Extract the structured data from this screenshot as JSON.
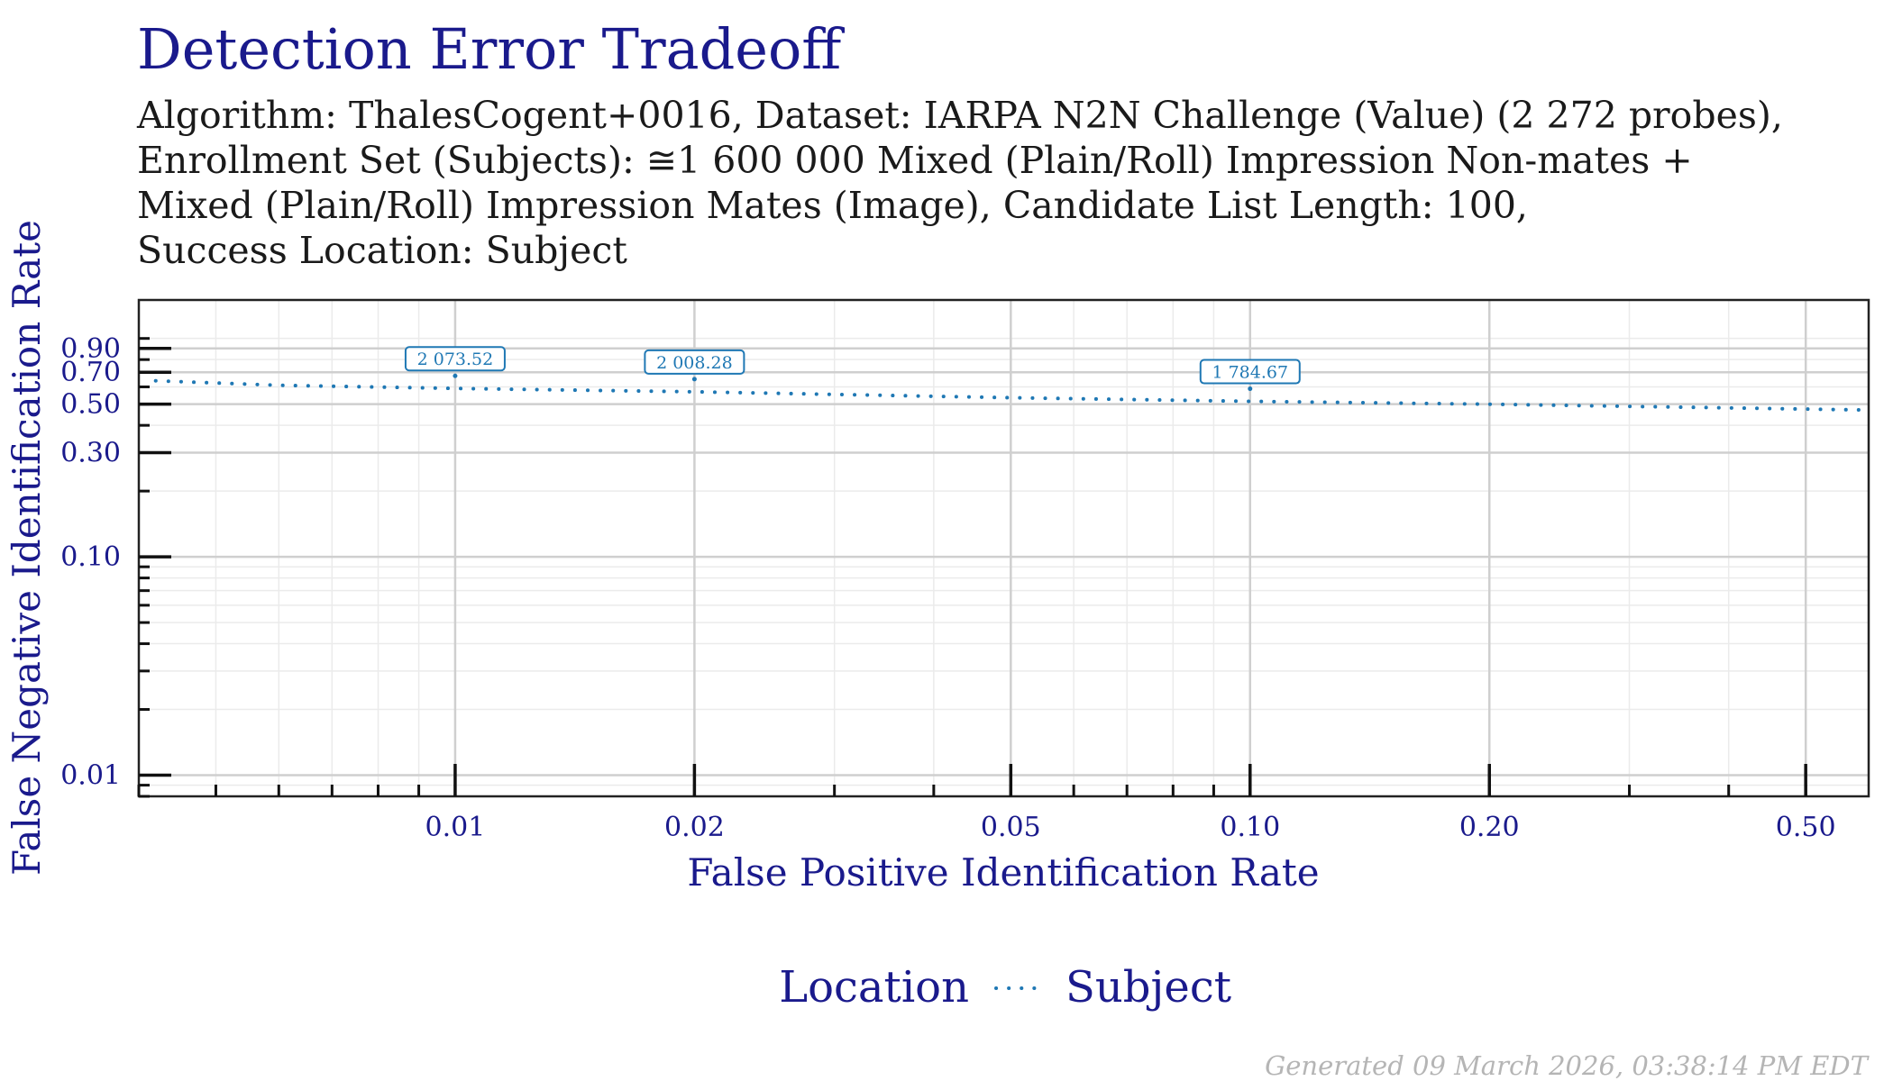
{
  "title": "Detection Error Tradeoff",
  "subtitle_lines": [
    "Algorithm: ThalesCogent+0016, Dataset: IARPA N2N Challenge (Value) (2 272 probes),",
    "Enrollment Set (Subjects): ≅1 600 000 Mixed (Plain/Roll) Impression Non-mates +",
    "Mixed (Plain/Roll) Impression Mates (Image), Candidate List Length: 100,",
    "Success Location: Subject"
  ],
  "footer": "Generated 09 March 2026, 03:38:14 PM EDT",
  "chart_data": {
    "type": "line",
    "title": "Detection Error Tradeoff",
    "xlabel": "False Positive Identification Rate",
    "ylabel": "False Negative Identification Rate",
    "x_scale": "log",
    "y_scale": "log",
    "xlim": [
      0.004,
      0.6
    ],
    "ylim": [
      0.008,
      1.5
    ],
    "x_ticks": [
      0.01,
      0.02,
      0.05,
      0.1,
      0.2,
      0.5
    ],
    "x_tick_labels": [
      "0.01",
      "0.02",
      "0.05",
      "0.10",
      "0.20",
      "0.50"
    ],
    "y_ticks": [
      0.01,
      0.1,
      0.3,
      0.5,
      0.7,
      0.9
    ],
    "y_tick_labels": [
      "0.01",
      "0.10",
      "0.30",
      "0.50",
      "0.70",
      "0.90"
    ],
    "grid": true,
    "legend": {
      "title": "Location",
      "position": "bottom",
      "entries": [
        "Subject"
      ]
    },
    "series": [
      {
        "name": "Subject",
        "color": "#1f78b4",
        "line_style": "dotted",
        "points": [
          {
            "x": 0.0042,
            "y": 0.64
          },
          {
            "x": 0.006,
            "y": 0.61
          },
          {
            "x": 0.01,
            "y": 0.59
          },
          {
            "x": 0.02,
            "y": 0.57
          },
          {
            "x": 0.05,
            "y": 0.535
          },
          {
            "x": 0.1,
            "y": 0.515
          },
          {
            "x": 0.2,
            "y": 0.5
          },
          {
            "x": 0.5,
            "y": 0.475
          },
          {
            "x": 0.6,
            "y": 0.47
          }
        ]
      }
    ],
    "annotations": [
      {
        "x": 0.01,
        "y": 0.59,
        "text": "2 073.52"
      },
      {
        "x": 0.02,
        "y": 0.57,
        "text": "2 008.28"
      },
      {
        "x": 0.1,
        "y": 0.515,
        "text": "1 784.67"
      }
    ]
  }
}
